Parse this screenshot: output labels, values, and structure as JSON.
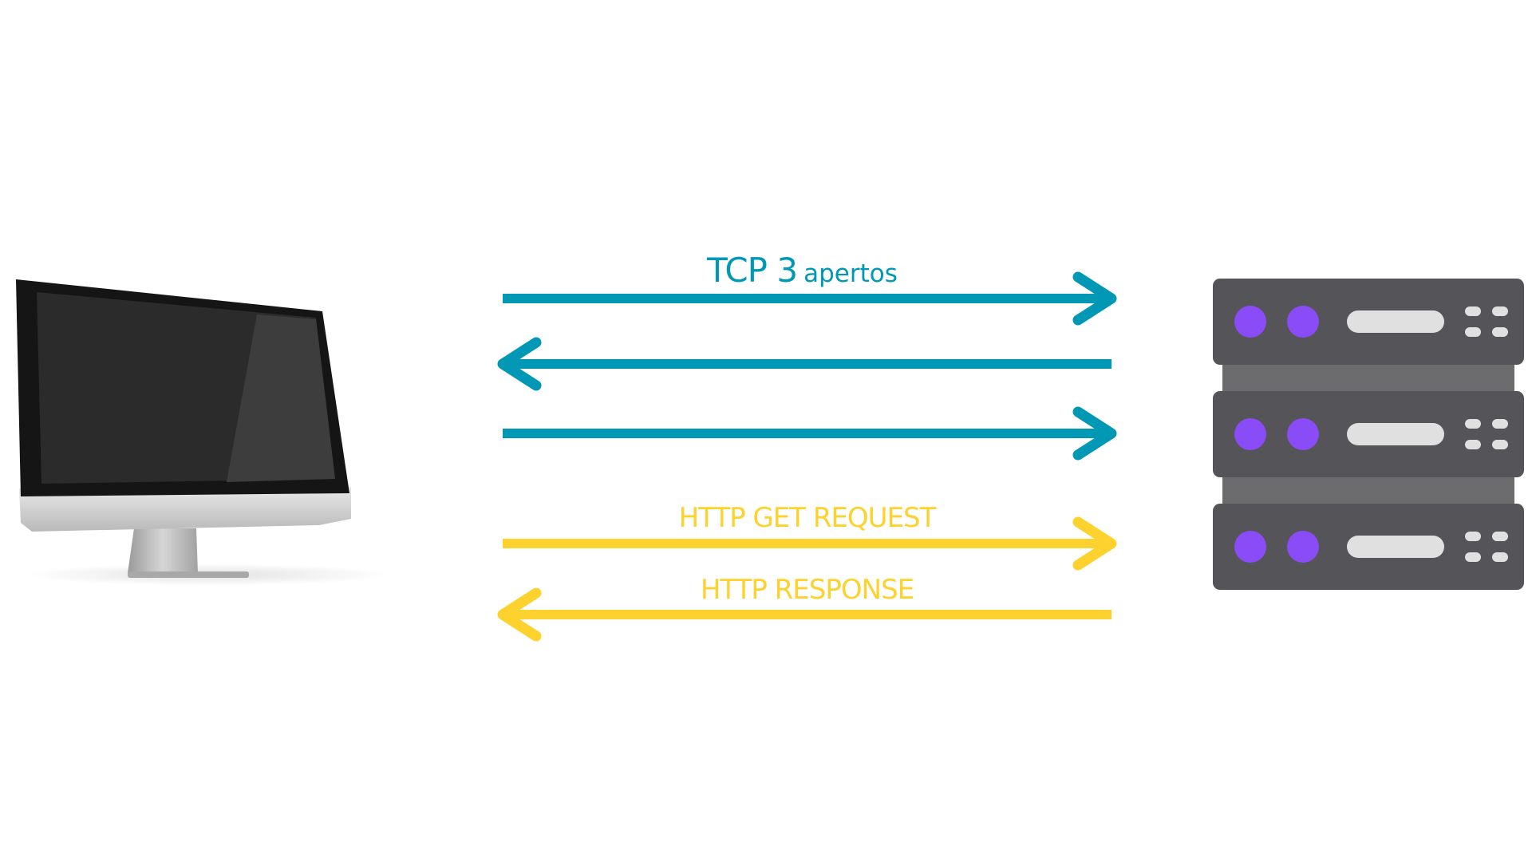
{
  "colors": {
    "tcp": "#0098b4",
    "http": "#fdd22e",
    "server_body": "#545459",
    "server_connector": "#6c6c6e",
    "server_led": "#8a4cf6",
    "server_slot": "#e0e0e0",
    "monitor_bezel": "#151515",
    "monitor_screen": "#2b2b2b",
    "monitor_chin": "#d8d8d8"
  },
  "icons": {
    "client": "desktop-monitor-icon",
    "server": "server-rack-icon"
  },
  "messages": [
    {
      "label_main": "TCP 3",
      "label_small": "apertos",
      "direction": "right",
      "color": "tcp"
    },
    {
      "label_main": "",
      "label_small": "",
      "direction": "left",
      "color": "tcp"
    },
    {
      "label_main": "",
      "label_small": "",
      "direction": "right",
      "color": "tcp"
    },
    {
      "label_main": "HTTP GET REQUEST",
      "label_small": "",
      "direction": "right",
      "color": "http"
    },
    {
      "label_main": "HTTP RESPONSE",
      "label_small": "",
      "direction": "left",
      "color": "http"
    }
  ]
}
